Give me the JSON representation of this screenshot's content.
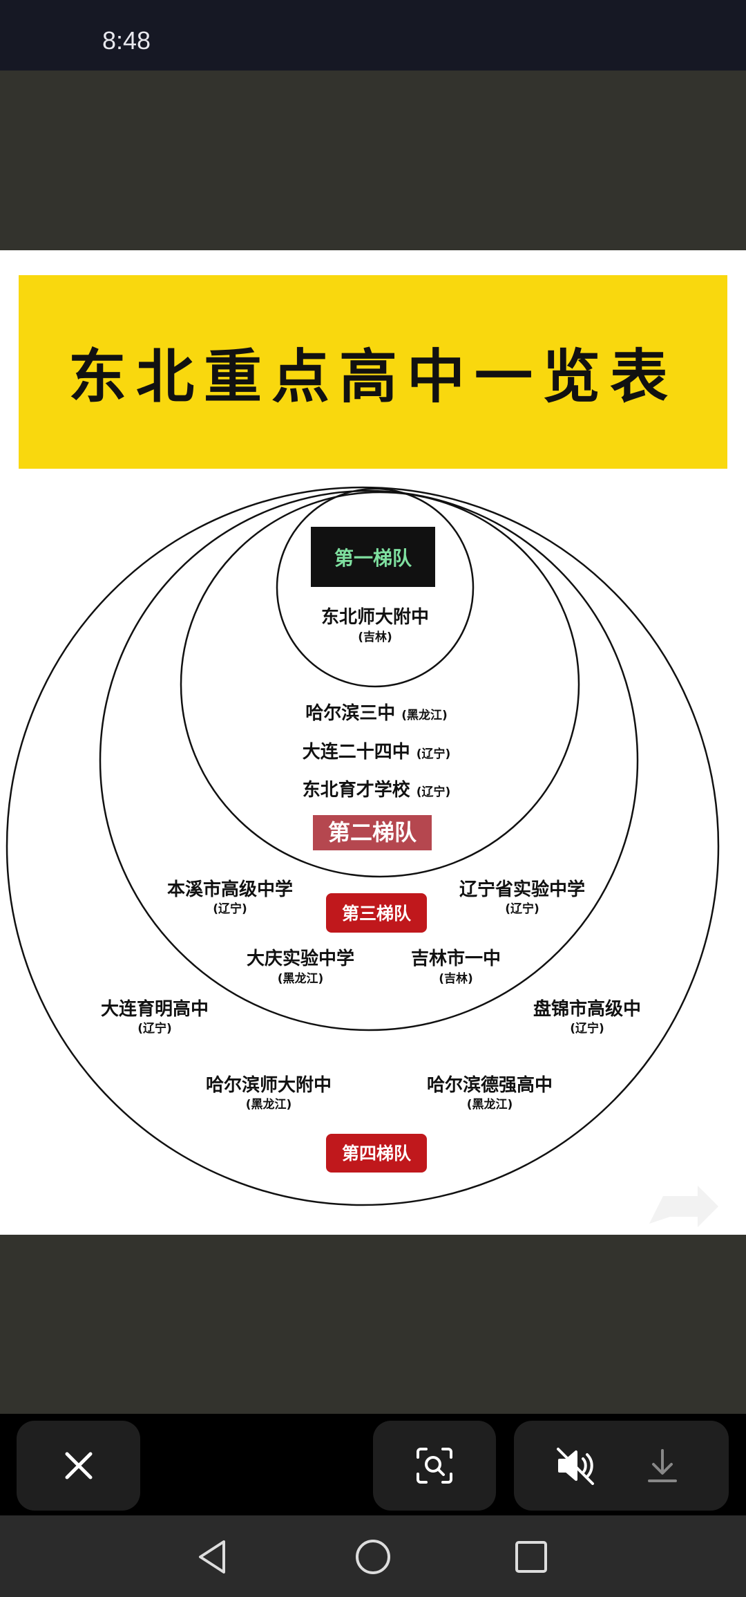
{
  "status_bar": {
    "time": "8:48"
  },
  "image": {
    "title": "东北重点高中一览表",
    "colors": {
      "banner": "#f9d80e",
      "tier1_bg": "#111111",
      "tier1_text": "#7fe0a0",
      "tier2_bg": "#b5474f",
      "tier_red": "#c0181c"
    },
    "tiers": [
      {
        "label": "第一梯队",
        "schools": [
          {
            "name": "东北师大附中",
            "province": "(吉林)"
          }
        ]
      },
      {
        "label": "第二梯队",
        "schools": [
          {
            "name": "哈尔滨三中",
            "province": "(黑龙江)"
          },
          {
            "name": "大连二十四中",
            "province": "(辽宁)"
          },
          {
            "name": "东北育才学校",
            "province": "(辽宁)"
          }
        ]
      },
      {
        "label": "第三梯队",
        "schools": [
          {
            "name": "本溪市高级中学",
            "province": "(辽宁)"
          },
          {
            "name": "辽宁省实验中学",
            "province": "(辽宁)"
          },
          {
            "name": "大庆实验中学",
            "province": "(黑龙江)"
          },
          {
            "name": "吉林市一中",
            "province": "(吉林)"
          }
        ]
      },
      {
        "label": "第四梯队",
        "schools": [
          {
            "name": "大连育明高中",
            "province": "(辽宁)"
          },
          {
            "name": "盘锦市高级中",
            "province": "(辽宁)"
          },
          {
            "name": "哈尔滨师大附中",
            "province": "(黑龙江)"
          },
          {
            "name": "哈尔滨德强高中",
            "province": "(黑龙江)"
          }
        ]
      }
    ]
  },
  "toolbar": {
    "icons": [
      "close-icon",
      "lens-search-icon",
      "mute-icon",
      "download-icon"
    ]
  },
  "navbar": {
    "icons": [
      "back-icon",
      "home-icon",
      "recents-icon"
    ]
  }
}
